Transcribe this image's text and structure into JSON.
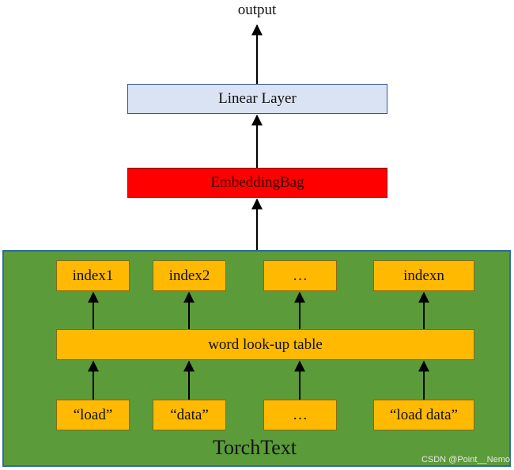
{
  "diagram": {
    "output_label": "output",
    "linear_layer": "Linear Layer",
    "embedding_bag": "EmbeddingBag",
    "torchtext_label": "TorchText",
    "index_boxes": [
      "index1",
      "index2",
      "…",
      "indexn"
    ],
    "lookup_table": "word look-up table",
    "input_tokens": [
      "“load”",
      "“data”",
      "…",
      "“load data”"
    ],
    "watermark": "CSDN @Point__Nemo"
  },
  "colors": {
    "linear_fill": "#dae3f3",
    "embedding_fill": "#ff0000",
    "torchtext_fill": "#5b9b3a",
    "torchtext_border": "#2f6aa3",
    "box_fill": "#ffb900"
  }
}
